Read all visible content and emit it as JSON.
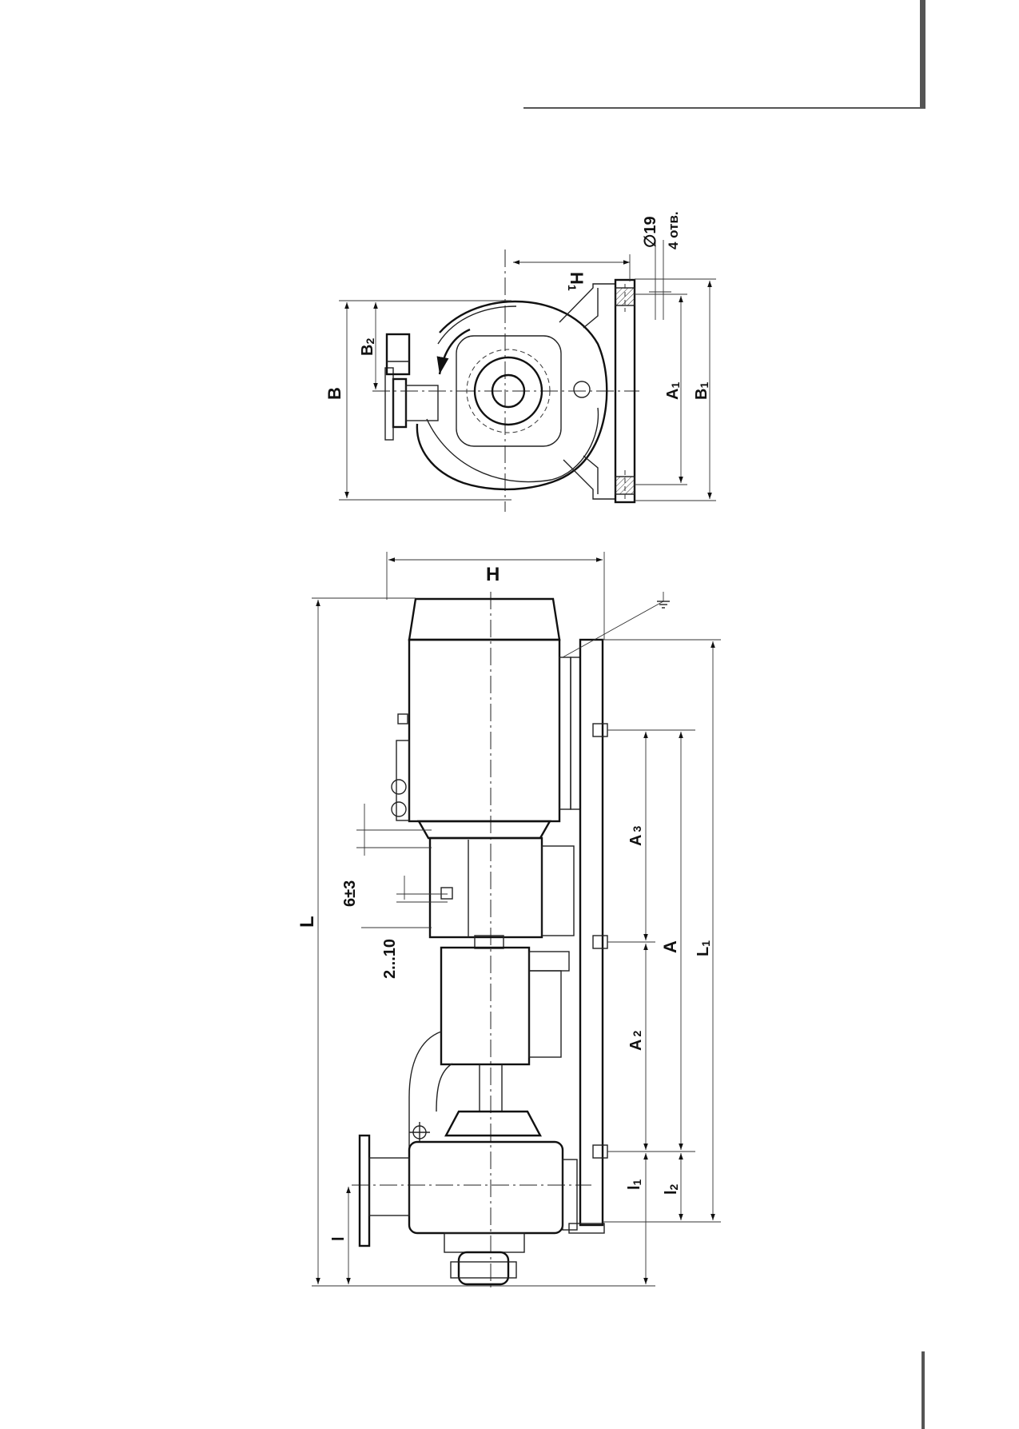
{
  "side_view": {
    "dimension_labels": {
      "L": "L",
      "H": "H",
      "A": "A",
      "A2": "A",
      "A2_sub": "2",
      "A3": "A",
      "A3_sub": "3",
      "L1": "L",
      "L1_sub": "1",
      "l": "l",
      "l1": "l",
      "l1_sub": "1",
      "l2": "l",
      "l2_sub": "2",
      "gap": "2...10",
      "clearance": "6±3"
    }
  },
  "end_view": {
    "dimension_labels": {
      "B": "B",
      "B2": "B",
      "B2_sub": "2",
      "A1": "A",
      "A1_sub": "1",
      "B1": "B",
      "B1_sub": "1",
      "H1": "H",
      "H1_sub": "1",
      "hole_dia": "∅19",
      "holes": "4 отв."
    }
  },
  "icons": [
    "ground-symbol-icon",
    "rotation-arrow-icon"
  ],
  "colors": {
    "line": "#222222",
    "page_bar": "#555555"
  }
}
